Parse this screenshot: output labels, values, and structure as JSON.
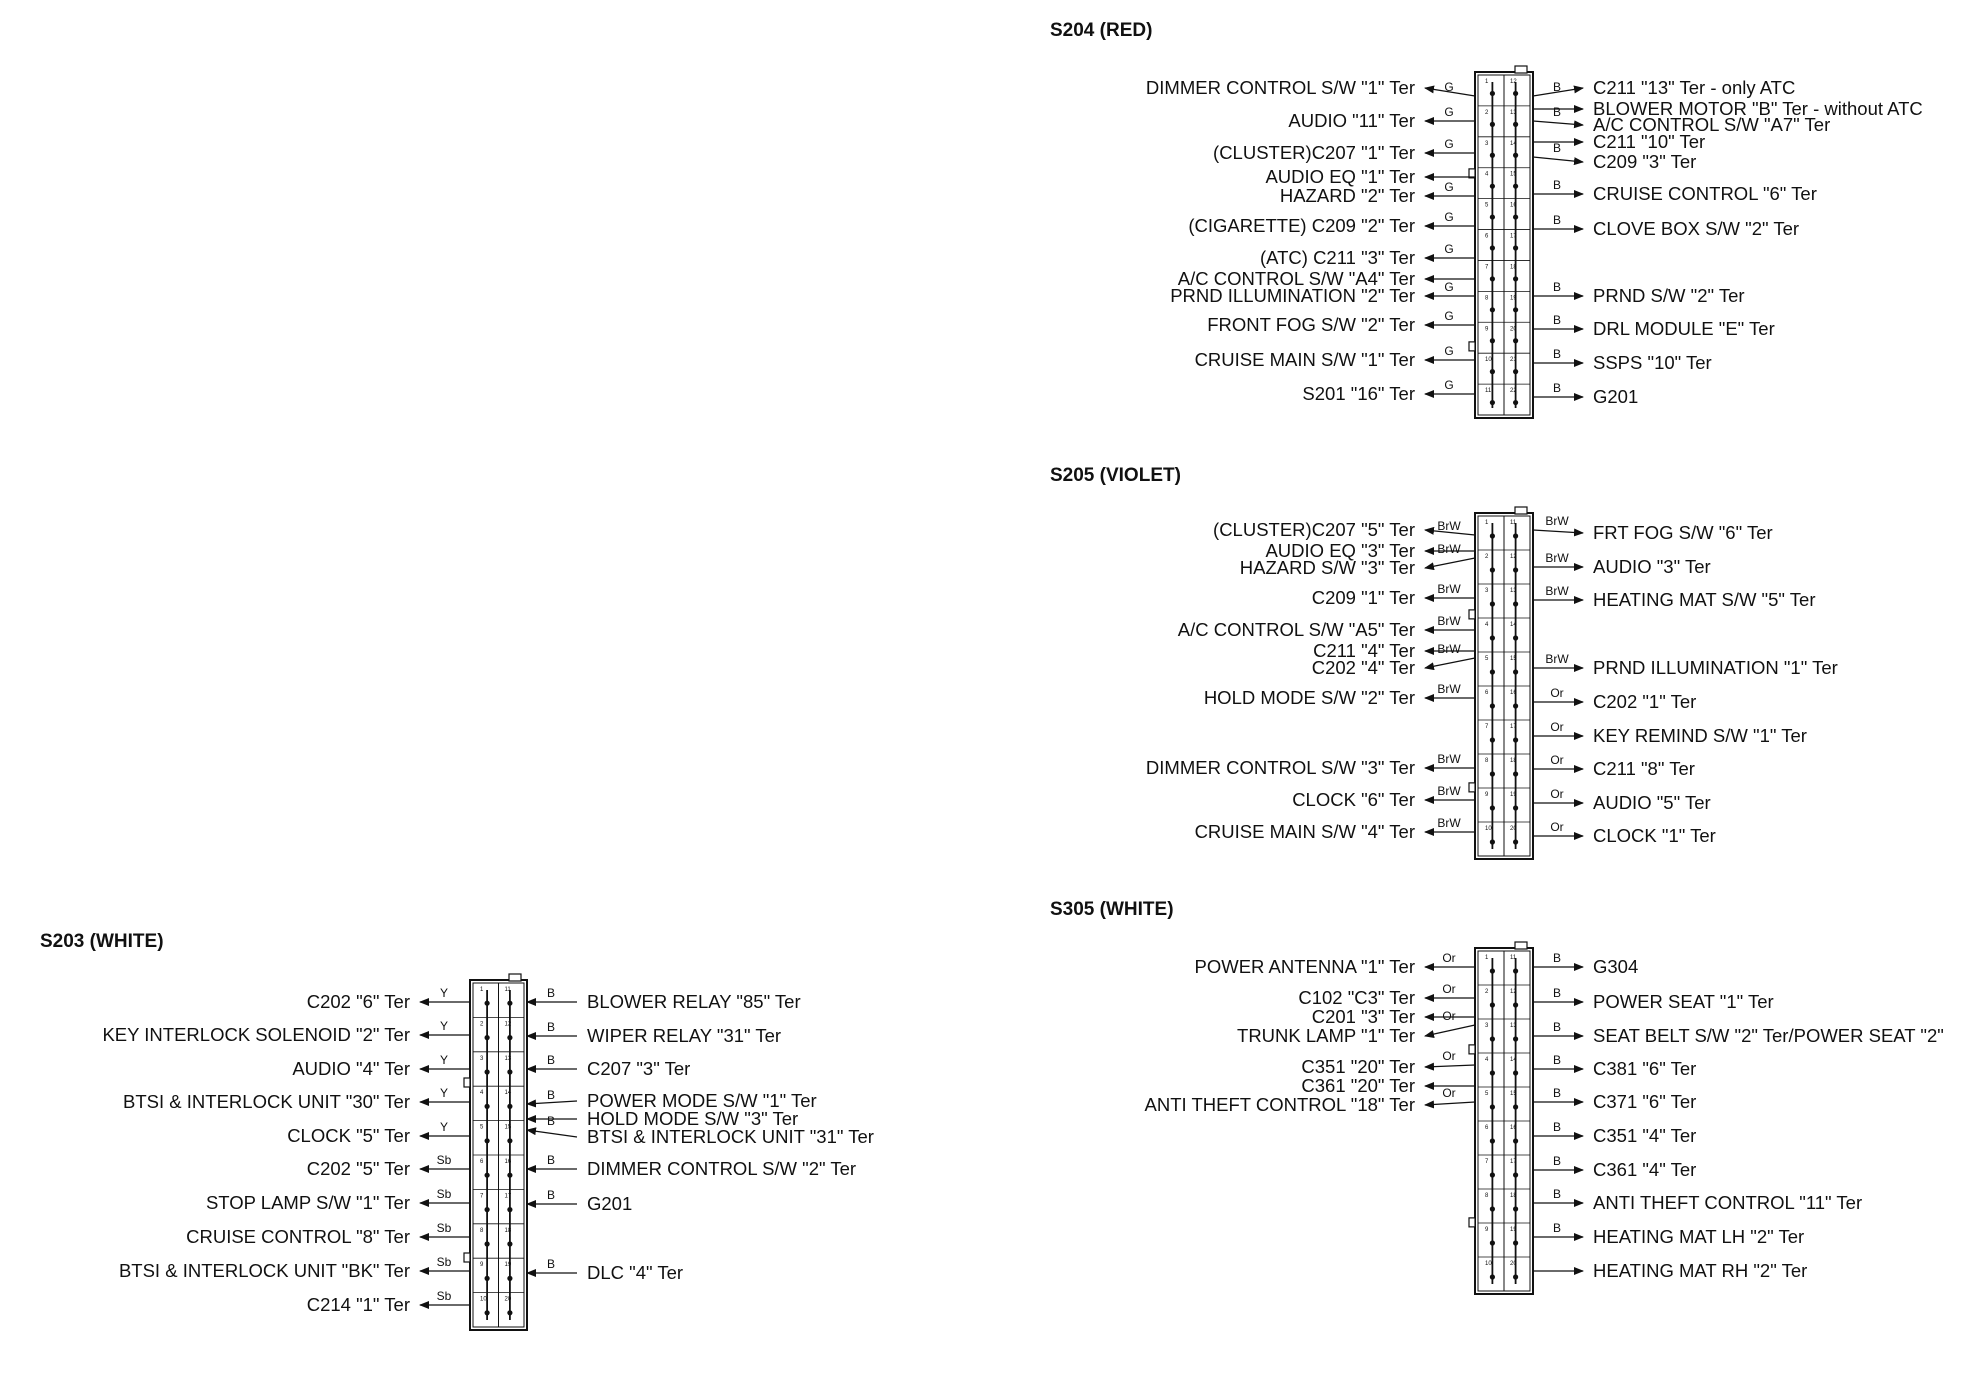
{
  "splices": [
    {
      "id": "s204",
      "title": "S204 (RED)",
      "left": [
        {
          "label": "DIMMER CONTROL S/W \"1\" Ter",
          "color": "G"
        },
        {
          "label": "AUDIO \"11\" Ter",
          "color": "G"
        },
        {
          "label": "(CLUSTER)C207 \"1\" Ter",
          "color": "G"
        },
        {
          "label": "AUDIO EQ \"1\" Ter",
          "color": ""
        },
        {
          "label": "HAZARD \"2\" Ter",
          "color": "G"
        },
        {
          "label": "(CIGARETTE) C209 \"2\" Ter",
          "color": "G"
        },
        {
          "label": "(ATC) C211 \"3\" Ter",
          "color": "G"
        },
        {
          "label": "A/C CONTROL S/W \"A4\" Ter",
          "color": ""
        },
        {
          "label": "PRND ILLUMINATION \"2\" Ter",
          "color": "G"
        },
        {
          "label": "FRONT FOG S/W \"2\" Ter",
          "color": "G"
        },
        {
          "label": "CRUISE MAIN S/W \"1\" Ter",
          "color": "G"
        },
        {
          "label": "S201 \"16\" Ter",
          "color": "G"
        }
      ],
      "right": [
        {
          "label": "C211 \"13\" Ter - only ATC",
          "color": "B"
        },
        {
          "label": "BLOWER MOTOR \"B\" Ter - without ATC",
          "color": ""
        },
        {
          "label": "A/C CONTROL S/W \"A7\" Ter",
          "color": "B"
        },
        {
          "label": "C211 \"10\" Ter",
          "color": ""
        },
        {
          "label": "C209 \"3\" Ter",
          "color": "B"
        },
        {
          "label": "CRUISE CONTROL \"6\" Ter",
          "color": "B"
        },
        {
          "label": "CLOVE BOX S/W \"2\" Ter",
          "color": "B"
        },
        {
          "label": "PRND S/W \"2\" Ter",
          "color": "B"
        },
        {
          "label": "DRL MODULE \"E\" Ter",
          "color": "B"
        },
        {
          "label": "SSPS \"10\" Ter",
          "color": "B"
        },
        {
          "label": "G201",
          "color": "B"
        }
      ]
    },
    {
      "id": "s205",
      "title": "S205 (VIOLET)",
      "left": [
        {
          "label": "(CLUSTER)C207 \"5\" Ter",
          "color": "BrW"
        },
        {
          "label": "AUDIO EQ \"3\" Ter",
          "color": ""
        },
        {
          "label": "HAZARD S/W \"3\" Ter",
          "color": "BrW"
        },
        {
          "label": "C209 \"1\" Ter",
          "color": "BrW"
        },
        {
          "label": "A/C CONTROL S/W \"A5\" Ter",
          "color": "BrW"
        },
        {
          "label": "C211 \"4\" Ter",
          "color": ""
        },
        {
          "label": "C202 \"4\" Ter",
          "color": "BrW"
        },
        {
          "label": "HOLD MODE S/W \"2\" Ter",
          "color": "BrW"
        },
        {
          "label": "DIMMER CONTROL S/W \"3\" Ter",
          "color": "BrW"
        },
        {
          "label": "CLOCK \"6\" Ter",
          "color": "BrW"
        },
        {
          "label": "CRUISE MAIN S/W \"4\" Ter",
          "color": "BrW"
        }
      ],
      "right": [
        {
          "label": "FRT FOG S/W \"6\" Ter",
          "color": "BrW"
        },
        {
          "label": "AUDIO \"3\" Ter",
          "color": "BrW"
        },
        {
          "label": "HEATING MAT S/W \"5\" Ter",
          "color": "BrW"
        },
        {
          "label": "PRND ILLUMINATION \"1\" Ter",
          "color": "BrW"
        },
        {
          "label": "C202 \"1\" Ter",
          "color": "Or"
        },
        {
          "label": "KEY REMIND S/W \"1\" Ter",
          "color": "Or"
        },
        {
          "label": "C211 \"8\" Ter",
          "color": "Or"
        },
        {
          "label": "AUDIO \"5\" Ter",
          "color": "Or"
        },
        {
          "label": "CLOCK \"1\" Ter",
          "color": "Or"
        }
      ]
    },
    {
      "id": "s305",
      "title": "S305 (WHITE)",
      "left": [
        {
          "label": "POWER ANTENNA \"1\" Ter",
          "color": "Or"
        },
        {
          "label": "C102 \"C3\" Ter",
          "color": "Or"
        },
        {
          "label": "C201 \"3\" Ter",
          "color": ""
        },
        {
          "label": "TRUNK LAMP \"1\" Ter",
          "color": "Or"
        },
        {
          "label": "C351 \"20\" Ter",
          "color": "Or"
        },
        {
          "label": "C361 \"20\" Ter",
          "color": ""
        },
        {
          "label": "ANTI THEFT CONTROL \"18\" Ter",
          "color": "Or"
        }
      ],
      "right": [
        {
          "label": "G304",
          "color": "B"
        },
        {
          "label": "POWER SEAT \"1\" Ter",
          "color": "B"
        },
        {
          "label": "SEAT BELT S/W \"2\" Ter/POWER SEAT \"2\"",
          "color": "B"
        },
        {
          "label": "C381 \"6\" Ter",
          "color": "B"
        },
        {
          "label": "C371 \"6\" Ter",
          "color": "B"
        },
        {
          "label": "C351 \"4\" Ter",
          "color": "B"
        },
        {
          "label": "C361 \"4\" Ter",
          "color": "B"
        },
        {
          "label": "ANTI THEFT CONTROL \"11\" Ter",
          "color": "B"
        },
        {
          "label": "HEATING MAT LH \"2\" Ter",
          "color": "B"
        },
        {
          "label": "HEATING MAT RH \"2\" Ter",
          "color": ""
        }
      ]
    },
    {
      "id": "s203",
      "title": "S203 (WHITE)",
      "left": [
        {
          "label": "C202 \"6\" Ter",
          "color": "Y"
        },
        {
          "label": "KEY INTERLOCK SOLENOID \"2\" Ter",
          "color": "Y"
        },
        {
          "label": "AUDIO \"4\" Ter",
          "color": "Y"
        },
        {
          "label": "BTSI & INTERLOCK UNIT \"30\" Ter",
          "color": "Y"
        },
        {
          "label": "CLOCK \"5\" Ter",
          "color": "Y"
        },
        {
          "label": "C202 \"5\" Ter",
          "color": "Sb"
        },
        {
          "label": "STOP LAMP S/W \"1\" Ter",
          "color": "Sb"
        },
        {
          "label": "CRUISE CONTROL \"8\" Ter",
          "color": "Sb"
        },
        {
          "label": "BTSI & INTERLOCK UNIT \"BK\" Ter",
          "color": "Sb"
        },
        {
          "label": "C214 \"1\" Ter",
          "color": "Sb"
        }
      ],
      "right": [
        {
          "label": "BLOWER RELAY \"85\" Ter",
          "color": "B"
        },
        {
          "label": "WIPER RELAY \"31\" Ter",
          "color": "B"
        },
        {
          "label": "C207 \"3\" Ter",
          "color": "B"
        },
        {
          "label": "POWER MODE S/W \"1\" Ter",
          "color": "B"
        },
        {
          "label": "HOLD MODE S/W \"3\" Ter",
          "color": ""
        },
        {
          "label": "BTSI & INTERLOCK UNIT \"31\" Ter",
          "color": "B"
        },
        {
          "label": "DIMMER CONTROL S/W \"2\" Ter",
          "color": "B"
        },
        {
          "label": "G201",
          "color": "B"
        },
        {
          "label": "DLC \"4\" Ter",
          "color": "B"
        }
      ]
    }
  ]
}
